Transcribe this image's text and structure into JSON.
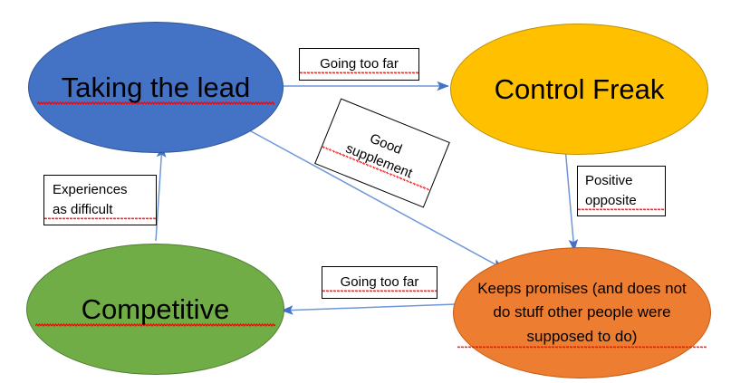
{
  "diagram": {
    "title": "Taking the lead / Control Freak / Competitive behaviour map",
    "background": "#FFFFFF",
    "arrow_color": "#4472C4",
    "nodes": [
      {
        "id": "taking-the-lead",
        "text": "Taking the lead",
        "fill": "#4472C4",
        "stroke": "#2F5597",
        "shape": "ellipse"
      },
      {
        "id": "control-freak",
        "text": "Control Freak",
        "fill": "#FFC000",
        "stroke": "#BF9000",
        "shape": "ellipse"
      },
      {
        "id": "competitive",
        "text": "Competitive",
        "fill": "#70AD47",
        "stroke": "#507E32",
        "shape": "ellipse"
      },
      {
        "id": "keeps-promises",
        "text": "Keeps promises (and does not\ndo stuff other people were\nsupposed to do)",
        "fill": "#ED7D31",
        "stroke": "#C55A11",
        "shape": "ellipse"
      }
    ],
    "edge_labels": [
      {
        "id": "going-too-far-top",
        "text": "Going too far",
        "from": "taking-the-lead",
        "to": "control-freak",
        "rotation": 0
      },
      {
        "id": "good-supplement",
        "text": "Good\nsupplement",
        "from": "taking-the-lead",
        "to": "keeps-promises",
        "rotation": 22
      },
      {
        "id": "experiences-as-difficult",
        "text": "Experiences\nas difficult",
        "from": "competitive",
        "to": "taking-the-lead",
        "rotation": 0
      },
      {
        "id": "positive-opposite",
        "text": "Positive\nopposite",
        "from": "control-freak",
        "to": "keeps-promises",
        "rotation": 0
      },
      {
        "id": "going-too-far-bottom",
        "text": "Going too far",
        "from": "keeps-promises",
        "to": "competitive",
        "rotation": 0
      }
    ],
    "edges": [
      {
        "id": "taking-the-lead-to-control-freak",
        "label": "Going too far"
      },
      {
        "id": "taking-the-lead-to-keeps-promises",
        "label": "Good supplement"
      },
      {
        "id": "competitive-to-taking-the-lead",
        "label": "Experiences as difficult"
      },
      {
        "id": "control-freak-to-keeps-promises",
        "label": "Positive opposite"
      },
      {
        "id": "keeps-promises-to-competitive",
        "label": "Going too far"
      }
    ]
  }
}
